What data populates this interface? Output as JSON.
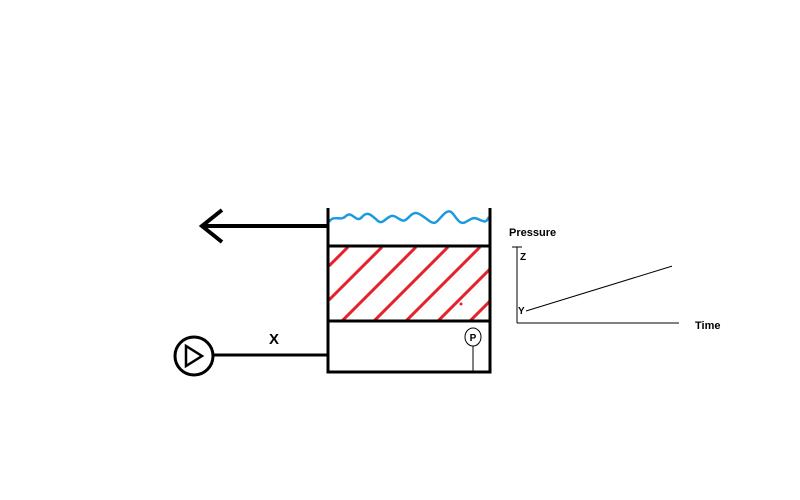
{
  "labels": {
    "pipe": "X",
    "gauge": "P",
    "y_axis": "Pressure",
    "x_axis": "Time",
    "level_high": "Z",
    "level_low": "Y"
  },
  "icons": {
    "pump": "pump-icon",
    "gauge": "pressure-gauge-icon",
    "outflow": "left-arrow-icon"
  },
  "colors": {
    "outline": "#000000",
    "water": "#1a9be0",
    "filter_hatch": "#e8202a"
  },
  "chart_data": {
    "type": "line",
    "xlabel": "Time",
    "ylabel": "Pressure",
    "ytick_labels": [
      "Y",
      "Z"
    ],
    "series": [
      {
        "x": [
          0,
          1
        ],
        "y": [
          0,
          0.67
        ]
      }
    ],
    "ylim": [
      0,
      1
    ],
    "xlim": [
      0,
      1
    ],
    "grid": false
  }
}
